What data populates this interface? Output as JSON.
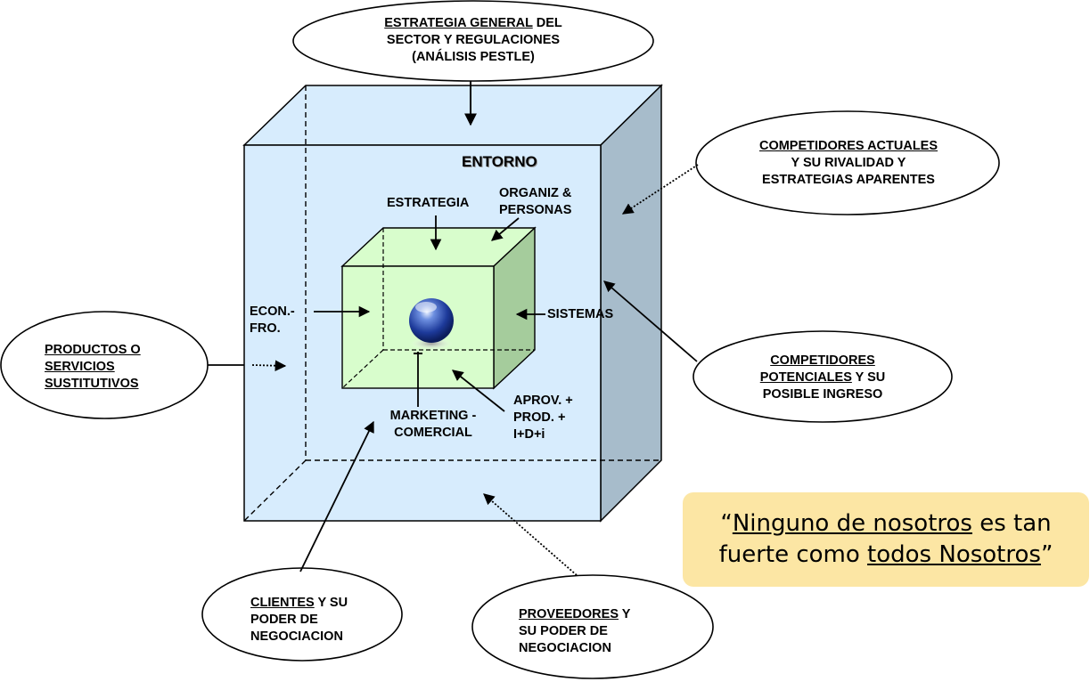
{
  "pestle": {
    "l1_u": "ESTRATEGIA GENERAL",
    "l1_r": " DEL",
    "l2": "SECTOR Y REGULACIONES",
    "l3": "(ANÁLISIS PESTLE)"
  },
  "competidores_actuales": {
    "l1": "COMPETIDORES ACTUALES",
    "l2": "Y SU RIVALIDAD Y",
    "l3": "ESTRATEGIAS APARENTES"
  },
  "productos": {
    "l1": "PRODUCTOS O",
    "l2": "SERVICIOS",
    "l3": "SUSTITUTIVOS"
  },
  "competidores_potenciales": {
    "l1": "COMPETIDORES",
    "l2_u": "POTENCIALES",
    "l2_r": " Y SU",
    "l3": "POSIBLE INGRESO"
  },
  "clientes": {
    "l1_u": "CLIENTES",
    "l1_r": " Y SU",
    "l2": "PODER DE",
    "l3": "NEGOCIACION"
  },
  "proveedores": {
    "l1_u": "PROVEEDORES",
    "l1_r": " Y",
    "l2": "SU PODER DE",
    "l3": "NEGOCIACION"
  },
  "inner": {
    "entorno": "ENTORNO",
    "estrategia": "ESTRATEGIA",
    "organiz_1": "ORGANIZ &",
    "organiz_2": "PERSONAS",
    "econ_1": "ECON.-",
    "econ_2": "FRO.",
    "sistemas": "SISTEMAS",
    "marketing_1": "MARKETING -",
    "marketing_2": "COMERCIAL",
    "aprov_1": "APROV. +",
    "aprov_2": "PROD. +",
    "aprov_3": "I+D+i"
  },
  "quote": {
    "open": "“",
    "p1_u": "Ninguno de nosotros",
    "p2": " es tan",
    "p3": "fuerte como ",
    "p4_u": "todos Nosotros",
    "close": "”"
  },
  "colors": {
    "outer_cube_front": "#d7ecfd",
    "outer_cube_side": "#a7bccb",
    "inner_cube_front": "#d8fdcc",
    "inner_cube_side": "#a5cc9c",
    "sphere": "#2f55c0",
    "quote_bg": "#fce6a4"
  }
}
